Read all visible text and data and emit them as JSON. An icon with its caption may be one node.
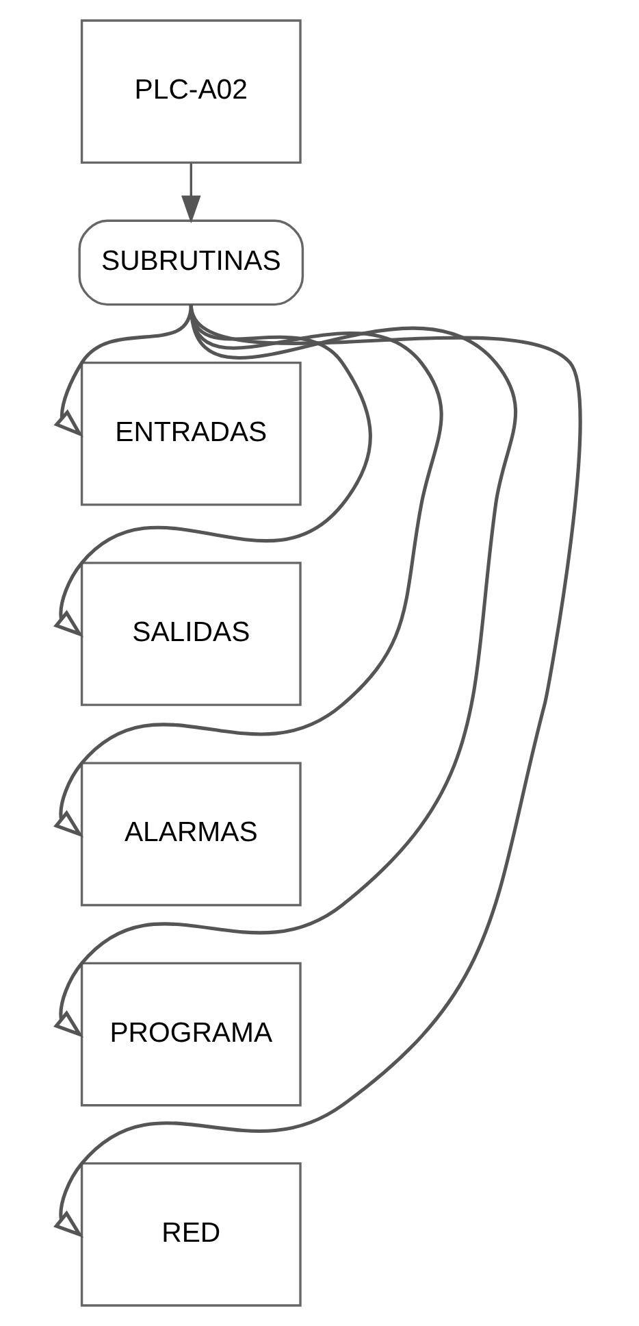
{
  "diagram": {
    "nodes": [
      {
        "text": [
          "PLC-A02"
        ]
      },
      {
        "text": [
          "SUBRUTINAS"
        ]
      },
      {
        "text": [
          "ENTRADAS"
        ]
      },
      {
        "text": [
          "SALIDAS"
        ]
      },
      {
        "text": [
          "ALARMAS"
        ]
      },
      {
        "text": [
          "PROGRAMA"
        ]
      },
      {
        "text": [
          "RED"
        ]
      }
    ],
    "edges": [
      {
        "from": 0,
        "to": 1,
        "arrow": "to"
      },
      {
        "from": 1,
        "to": 2,
        "arrow": "to"
      },
      {
        "from": 1,
        "to": 3,
        "arrow": "to"
      },
      {
        "from": 1,
        "to": 4,
        "arrow": "to"
      },
      {
        "from": 1,
        "to": 5,
        "arrow": "to"
      },
      {
        "from": 1,
        "to": 6,
        "arrow": "to"
      }
    ]
  }
}
